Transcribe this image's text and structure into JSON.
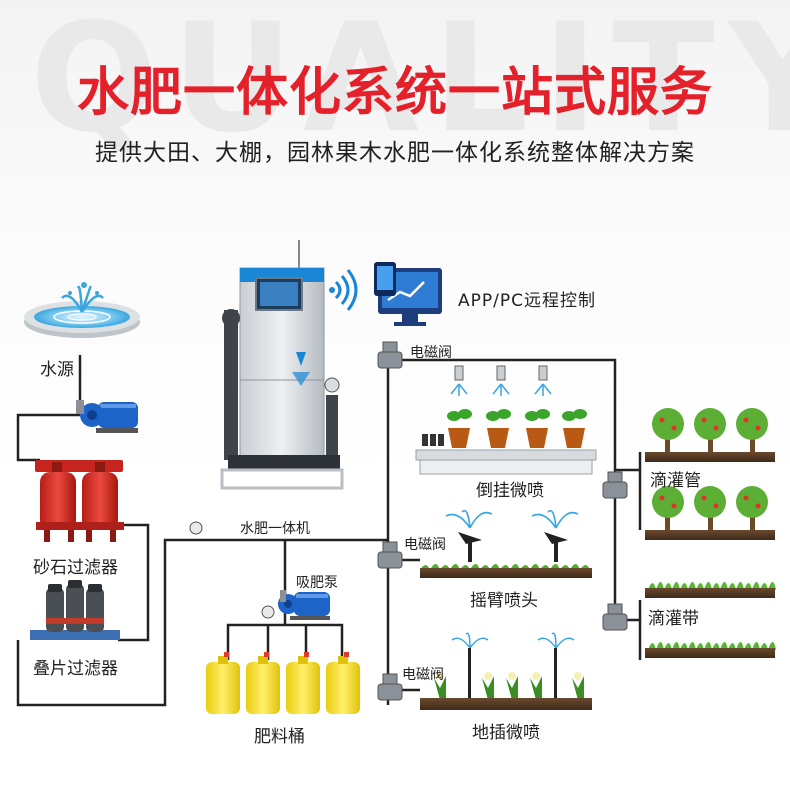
{
  "watermark": "QUALITY",
  "title": "水肥一体化系统一站式服务",
  "subtitle": "提供大田、大棚，园林果木水肥一体化系统整体解决方案",
  "labels": {
    "water_source": "水源",
    "sand_filter": "砂石过滤器",
    "disc_filter": "叠片过滤器",
    "machine": "水肥一体机",
    "app_control": "APP/PC远程控制",
    "suction_pump": "吸肥泵",
    "fertilizer_tank": "肥料桶",
    "valve_1": "电磁阀",
    "valve_2": "电磁阀",
    "valve_3": "电磁阀",
    "hanging_spray": "倒挂微喷",
    "rocker_sprinkler": "摇臂喷头",
    "ground_spray": "地插微喷",
    "drip_pipe": "滴灌管",
    "drip_tape": "滴灌带"
  },
  "colors": {
    "title": "#e4202a",
    "pipe": "#222222",
    "machine_blue": "#1a86d6",
    "tank_yellow": "#f4dc1e",
    "filter_red": "#d42a22",
    "pump_blue": "#1d64c8"
  }
}
